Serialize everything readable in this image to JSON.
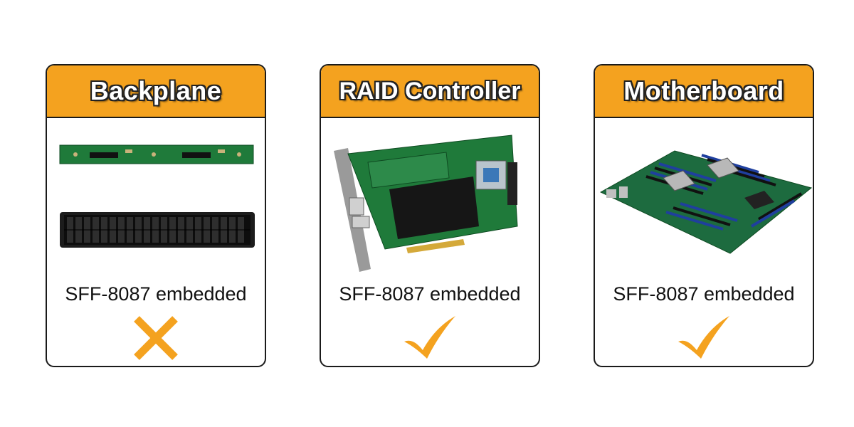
{
  "cards": [
    {
      "title": "Backplane",
      "caption": "SFF-8087 embedded",
      "status": "no",
      "status_icon": "cross-icon"
    },
    {
      "title": "RAID Controller",
      "caption": "SFF-8087 embedded",
      "status": "yes",
      "status_icon": "checkmark-icon"
    },
    {
      "title": "Motherboard",
      "caption": "SFF-8087 embedded",
      "status": "yes",
      "status_icon": "checkmark-icon"
    }
  ],
  "colors": {
    "accent": "#f4a21f",
    "border": "#1a1a1a",
    "pcb_green": "#1f7a3a",
    "board_blue": "#1f3f9e"
  }
}
